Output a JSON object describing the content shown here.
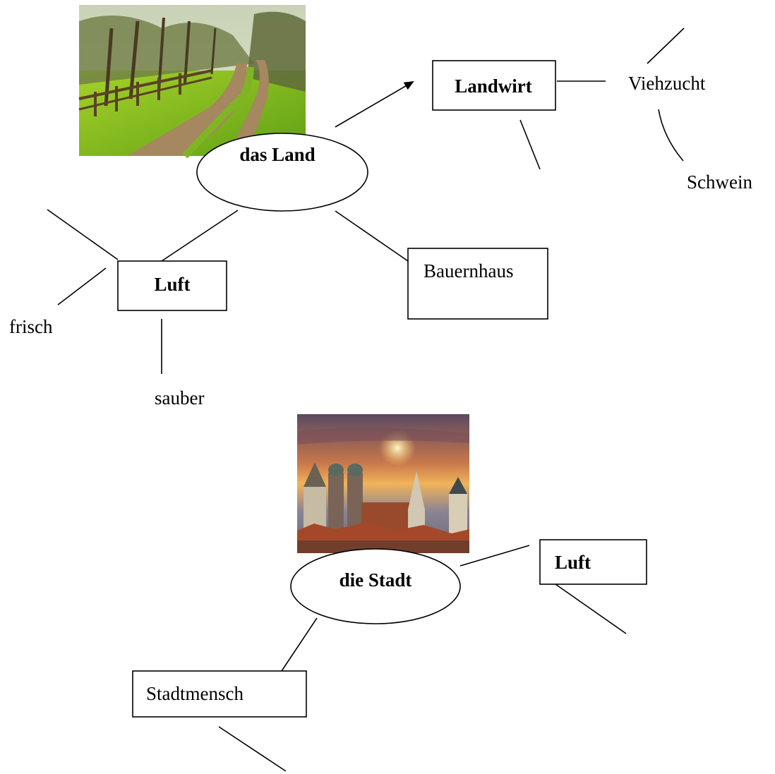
{
  "land": {
    "center": "das Land",
    "landwirt": "Landwirt",
    "viehzucht": "Viehzucht",
    "schwein": "Schwein",
    "luft": "Luft",
    "frisch": "frisch",
    "sauber": "sauber",
    "bauernhaus": "Bauernhaus",
    "image": "countryside-path-photo"
  },
  "stadt": {
    "center": "die Stadt",
    "luft": "Luft",
    "stadtmensch": "Stadtmensch",
    "image": "city-skyline-photo"
  }
}
